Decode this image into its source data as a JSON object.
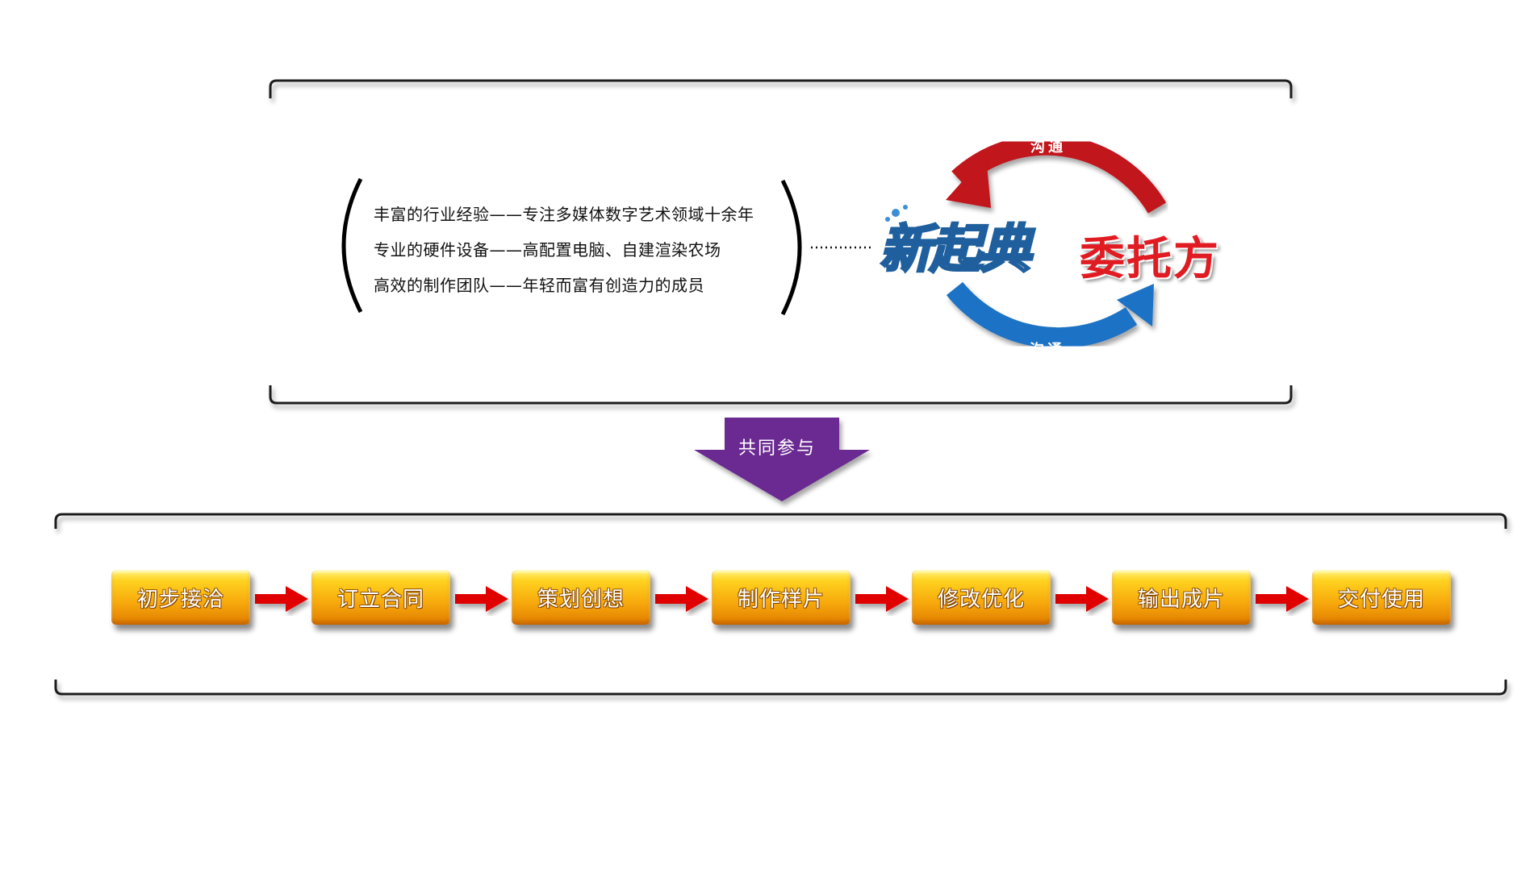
{
  "features": [
    "丰富的行业经验——专注多媒体数字艺术领域十余年",
    "专业的硬件设备——高配置电脑、自建渲染农场",
    "高效的制作团队——年轻而富有创造力的成员"
  ],
  "logo_company": "新起典",
  "logo_client": "委托方",
  "cycle": {
    "top_label": "沟通",
    "bottom_label": "沟通"
  },
  "together_label": "共同参与",
  "steps": [
    "初步接洽",
    "订立合同",
    "策划创想",
    "制作样片",
    "修改优化",
    "输出成片",
    "交付使用"
  ],
  "colors": {
    "arrow_top": "#c1121c",
    "arrow_bottom": "#1a72c4",
    "together_arrow": "#6a2c91",
    "step_arrow": "#e00000"
  }
}
